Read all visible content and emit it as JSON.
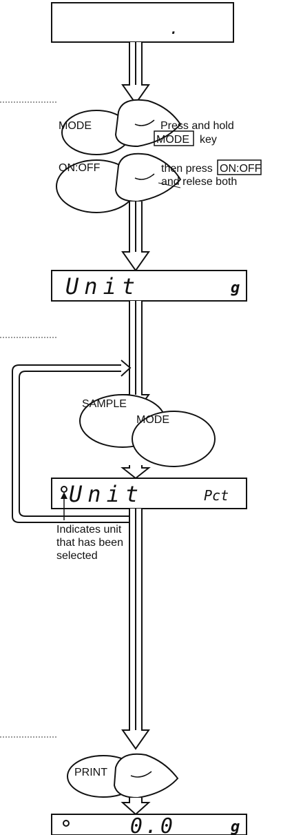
{
  "display_1": {
    "text": "."
  },
  "step_1": {
    "mode_key": "MODE",
    "onoff_key": "ON:OFF",
    "instruction_a": "Press and hold",
    "instruction_a_key": "MODE",
    "instruction_a_suffix": "key",
    "instruction_b_prefix": "then press",
    "instruction_b_key": "ON:OFF",
    "instruction_b_line2": "and relese both"
  },
  "display_2": {
    "text": "Unit",
    "unit": "g"
  },
  "step_2": {
    "sample_key": "SAMPLE",
    "mode_key": "MODE"
  },
  "display_3": {
    "text": "Unit",
    "unit": "Pct"
  },
  "note": {
    "line1": "Indicates unit",
    "line2": "that has been",
    "line3": "selected"
  },
  "step_3": {
    "print_key": "PRINT"
  },
  "display_4": {
    "text": "0.0",
    "unit": "g"
  }
}
